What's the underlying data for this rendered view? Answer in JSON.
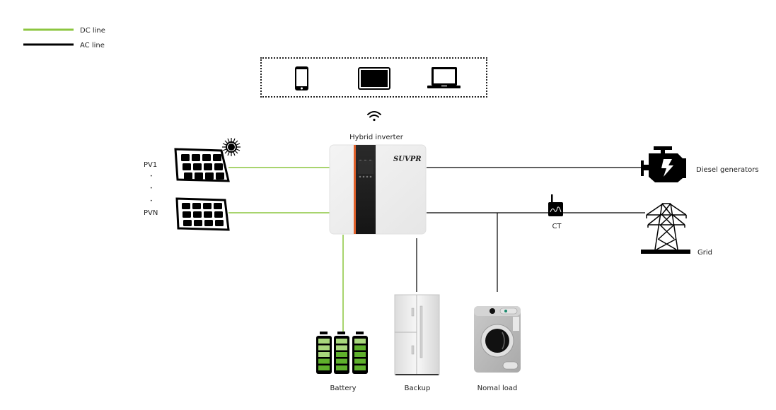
{
  "legend": {
    "items": [
      {
        "label": "DC line",
        "color": "#8cc63f"
      },
      {
        "label": "AC line",
        "color": "#000000"
      }
    ]
  },
  "monitoring": {
    "devices": [
      {
        "icon": "smartphone-icon"
      },
      {
        "icon": "tablet-icon"
      },
      {
        "icon": "laptop-icon"
      }
    ],
    "connection_icon": "wifi-icon"
  },
  "inverter": {
    "title": "Hybrid inverter",
    "brand": "SUVPR",
    "accent_color": "#e0602a"
  },
  "pv": {
    "first_label": "PV1",
    "dots": "•",
    "last_label": "PVN"
  },
  "sources": {
    "generator_label": "Diesel generators",
    "grid_label": "Grid",
    "ct_label": "CT"
  },
  "loads": {
    "battery_label": "Battery",
    "backup_label": "Backup",
    "normal_load_label": "Nomal load"
  },
  "colors": {
    "dc_line": "#8cc63f",
    "ac_line": "#000000",
    "battery_fill": "#5fb02c",
    "battery_fill_light": "#a8d77c"
  }
}
